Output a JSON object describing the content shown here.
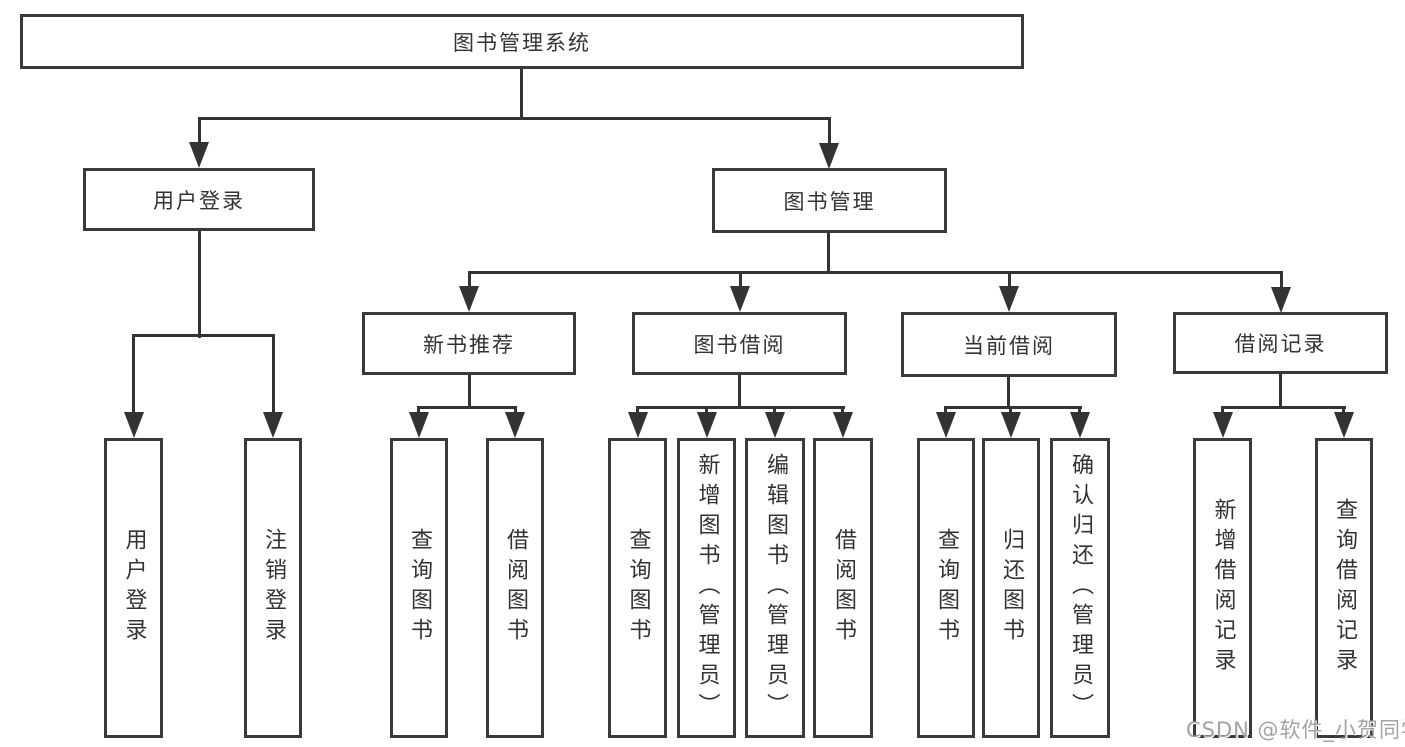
{
  "diagram": {
    "root": {
      "label": "图书管理系统"
    },
    "level2": [
      {
        "label": "用户登录"
      },
      {
        "label": "图书管理"
      }
    ],
    "level3": [
      {
        "label": "新书推荐"
      },
      {
        "label": "图书借阅"
      },
      {
        "label": "当前借阅"
      },
      {
        "label": "借阅记录"
      }
    ],
    "leaves": {
      "user": [
        "用户登录",
        "注销登录"
      ],
      "newrec": [
        "查询图书",
        "借阅图书"
      ],
      "borrow": [
        "查询图书",
        "新增图书（管理员）",
        "编辑图书（管理员）",
        "借阅图书"
      ],
      "current": [
        "查询图书",
        "归还图书",
        "确认归还（管理员）"
      ],
      "records": [
        "新增借阅记录",
        "查询借阅记录"
      ]
    }
  },
  "watermark": {
    "text": "CSDN @软件_小贺同学",
    "color": "#a3a3a3"
  },
  "colors": {
    "background": "#ffffff",
    "line": "#333333",
    "box_border": "#3a3a3a",
    "text": "#333333"
  }
}
